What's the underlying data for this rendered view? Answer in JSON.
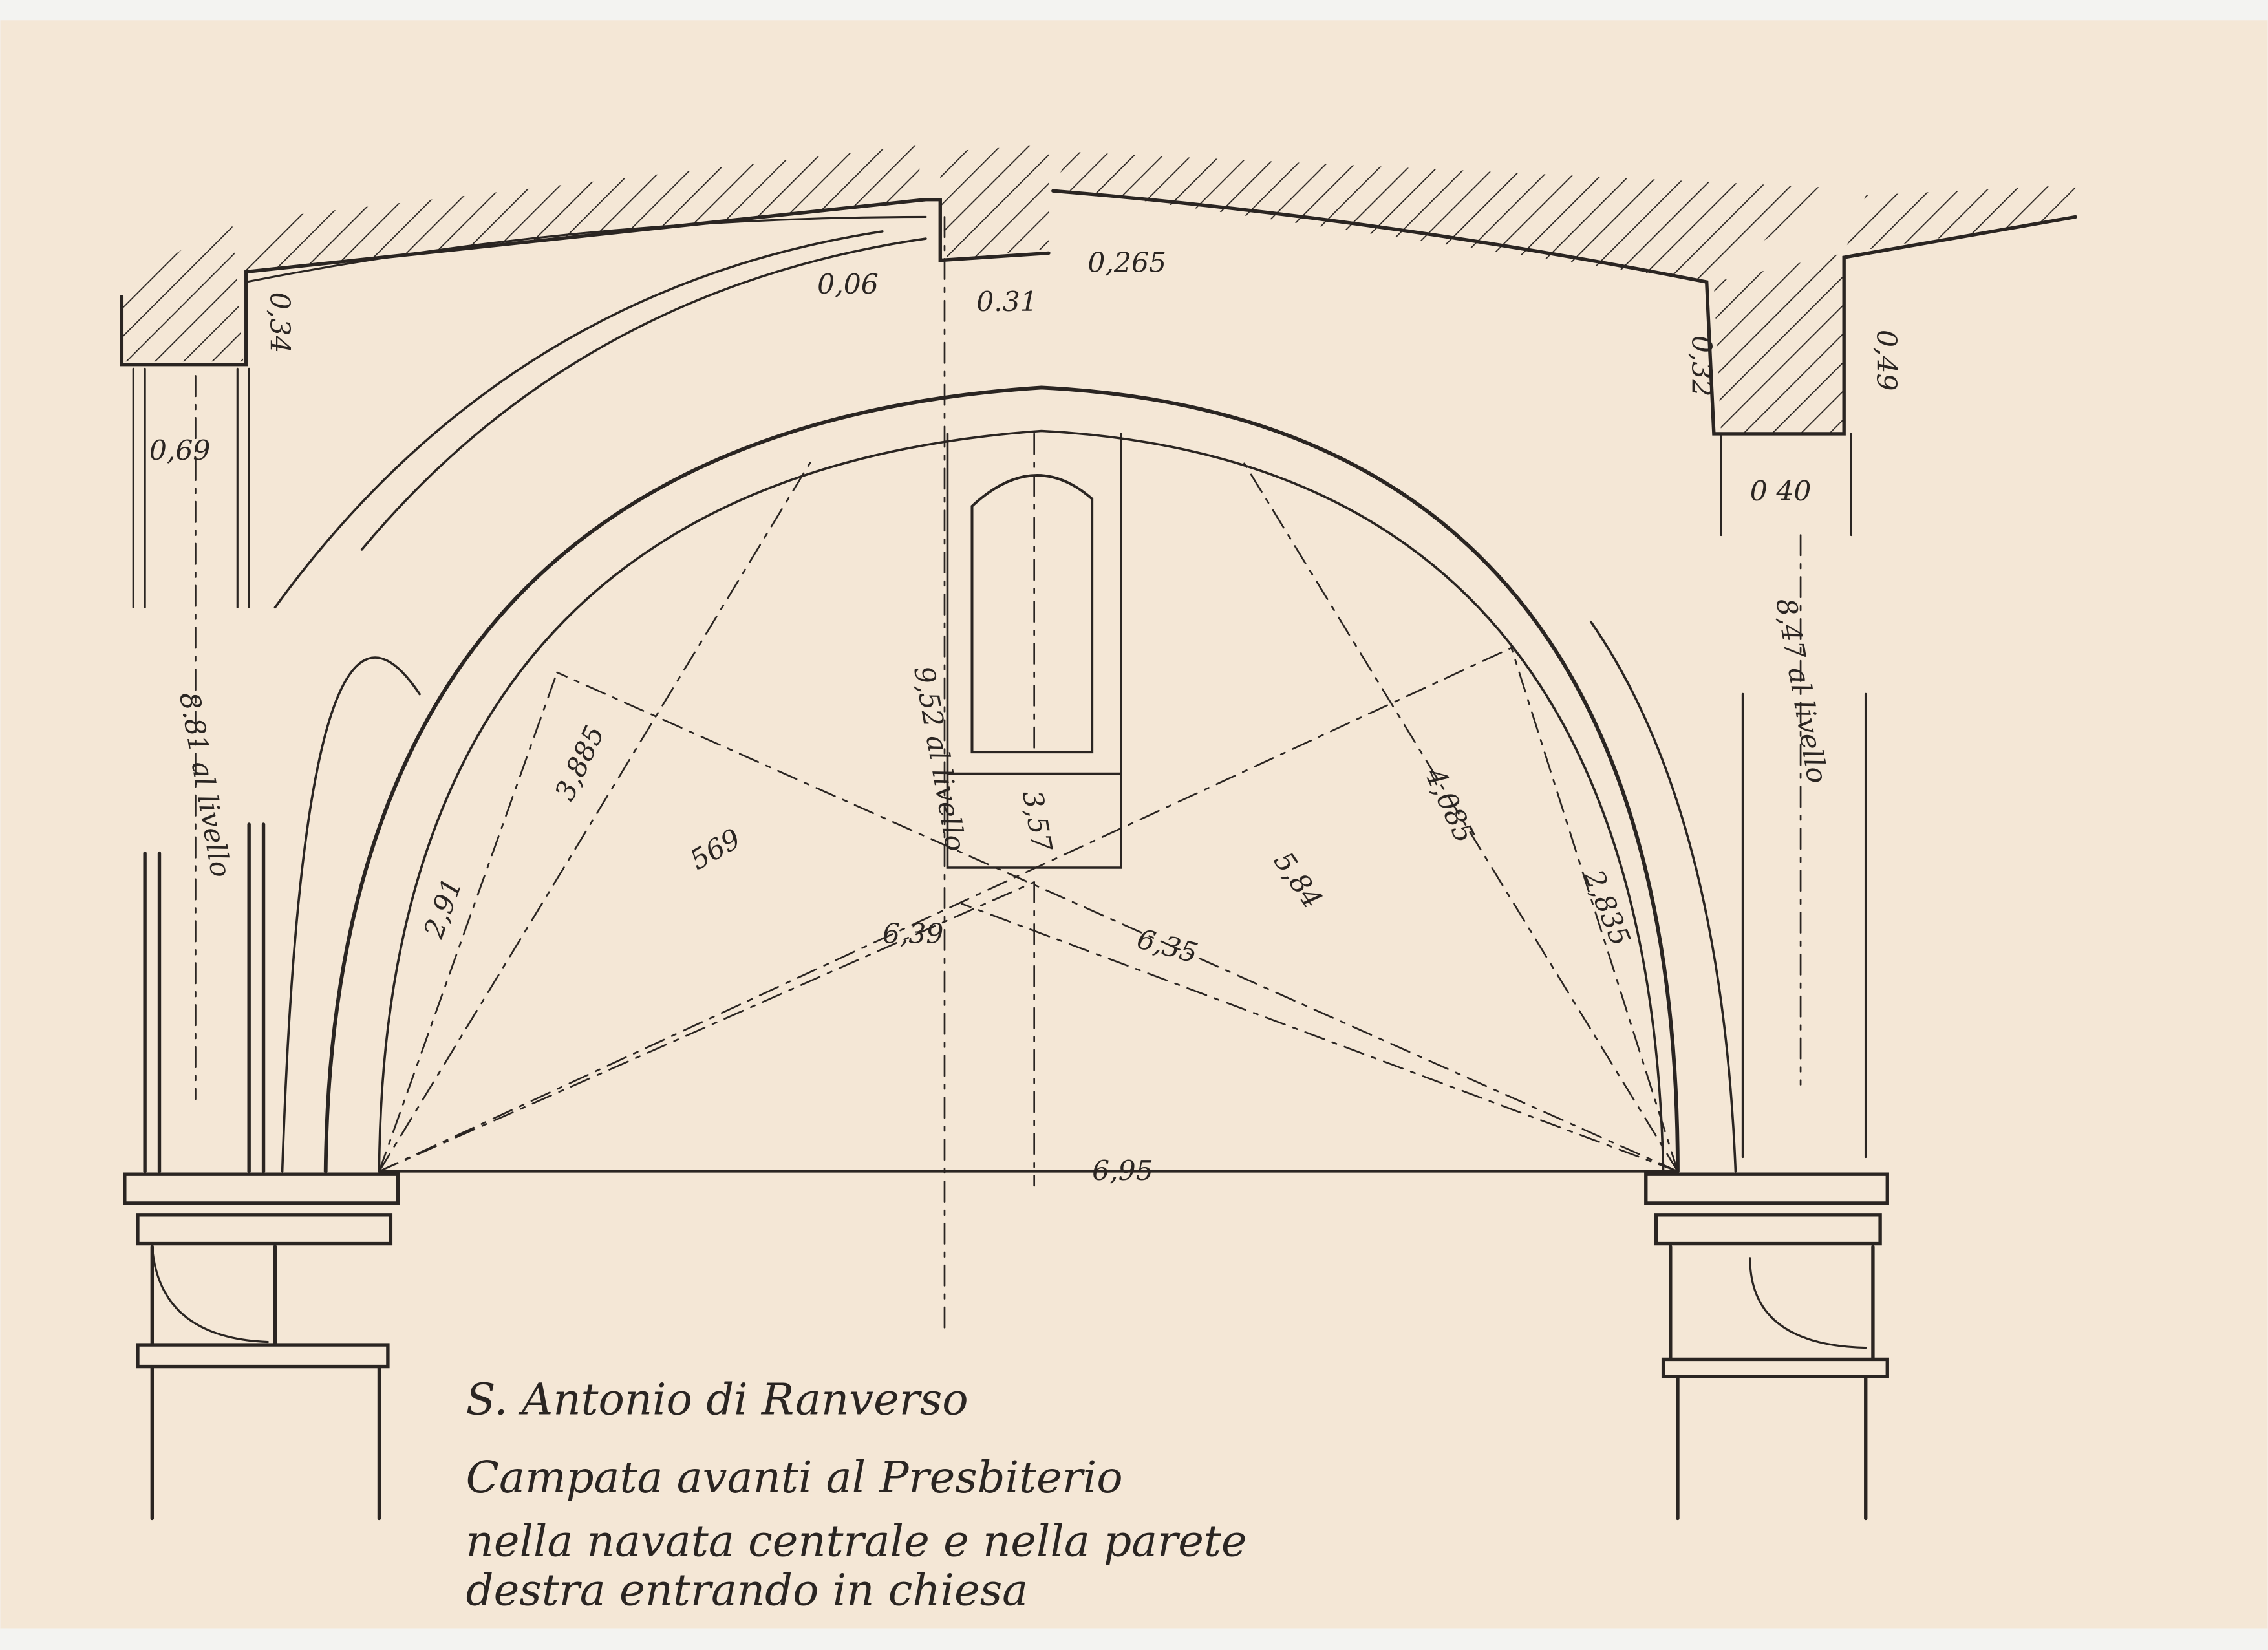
{
  "drawing": {
    "title_lines": [
      "S. Antonio di Ranverso",
      "Campata avanti al Presbiterio",
      "nella navata centrale e nella parete",
      "destra entrando in chiesa"
    ],
    "dimensions": {
      "top_step": "0,06",
      "top_pilaster": "0.31",
      "top_right_step": "0,265",
      "left_wall_thickness": "0,34",
      "left_pier": "0,69",
      "right_wall_left": "0,32",
      "right_wall_right": "0,49",
      "right_pier": "0 40",
      "left_height": "8.81 al livello",
      "right_height": "8,47 al livello",
      "crown_height": "9,52 al livello",
      "window_height": "3,57",
      "chord_left_upper": "3,885",
      "chord_left_lower": "2,91",
      "diag_left": "569",
      "diag_left_long": "6,39",
      "diag_right": "5,84",
      "chord_right_upper": "4,085",
      "chord_right_lower": "2,835",
      "diag_right_long": "6,35",
      "span": "6,95"
    },
    "colors": {
      "paper": "#f4e7d6",
      "ink": "#2a2522"
    }
  }
}
